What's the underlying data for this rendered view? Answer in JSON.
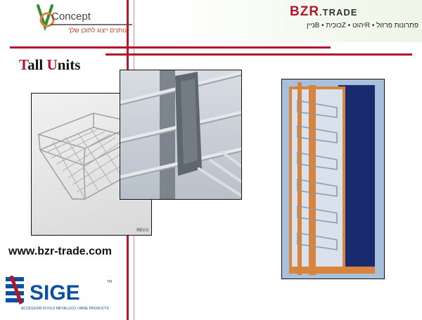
{
  "header": {
    "logo_name": "Concept",
    "logo_tagline": "נותנים ייצוג לתוכן שלך",
    "brand_main": "BZR",
    "brand_suffix": ".TRADE",
    "brand_tagline": "פתרונות פרזול • Rיהוט • Zכוכית • Bניין"
  },
  "main": {
    "title_parts": [
      "T",
      "all ",
      "U",
      "nits"
    ],
    "rev_label": "REV.0",
    "website": "www.bzr-trade.com"
  },
  "footer_logo": {
    "name": "SIGE",
    "tm": "TM",
    "tagline": "ACCESSORI IN FILO METALLICO • WIRE PRODUCTS"
  },
  "colors": {
    "accent_red": "#b3162a",
    "accent_green": "#3a8a2a",
    "sige_blue": "#0b4fa3",
    "cabinet_blue": "#1a2a6e",
    "cabinet_wood": "#d8843c"
  }
}
